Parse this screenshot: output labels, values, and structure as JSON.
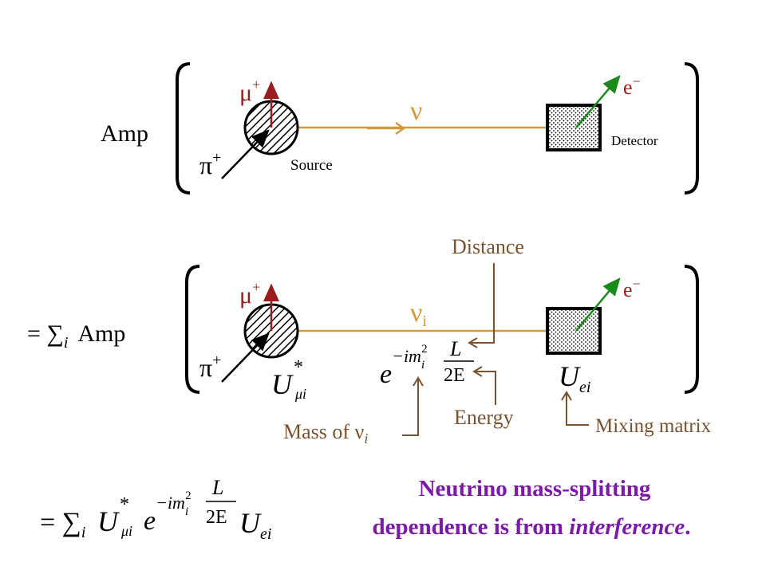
{
  "colors": {
    "neutrino_beam": "#d39a3c",
    "muon_track": "#9a1c1c",
    "pion_track": "#000000",
    "electron_track": "#1a8a1a",
    "annotation": "#7a5230",
    "conclusion": "#7a1aa6"
  },
  "top_panel": {
    "amp_label": "Amp",
    "muon_label": "μ",
    "muon_charge": "+",
    "pion_label": "π",
    "pion_charge": "+",
    "neutrino_label": "ν",
    "electron_label": "e",
    "electron_charge": "−",
    "source_label": "Source",
    "detector_label": "Detector"
  },
  "bottom_panel": {
    "equals_sum": "= ∑",
    "sum_index": "i",
    "amp_label": "Amp",
    "muon_label": "μ",
    "muon_charge": "+",
    "pion_label": "π",
    "pion_charge": "+",
    "neutrino_label": "ν",
    "neutrino_index": "i",
    "electron_label": "e",
    "electron_charge": "−",
    "u_source": "U",
    "u_source_star": "*",
    "u_source_sub": "μi",
    "exp_base": "e",
    "exp_power": "−im",
    "exp_power_sub": "i",
    "exp_power_sup": "2",
    "frac_num": "L",
    "frac_den": "2E",
    "u_det": "U",
    "u_det_sub": "ei"
  },
  "annotations": {
    "distance": "Distance",
    "energy": "Energy",
    "mixing_matrix": "Mixing matrix",
    "mass_of": "Mass of ν",
    "mass_of_sub": "i"
  },
  "formula": {
    "equals_sum": "= ∑",
    "sum_index": "i",
    "u1": "U",
    "u1_star": "*",
    "u1_sub": "μi",
    "exp_base": "e",
    "exp_power": "−im",
    "exp_power_sub": "i",
    "exp_power_sup": "2",
    "frac_num": "L",
    "frac_den": "2E",
    "u2": "U",
    "u2_sub": "ei"
  },
  "conclusion": {
    "line1": "Neutrino mass-splitting",
    "line2_prefix": "dependence is from ",
    "line2_italic": "interference",
    "line2_suffix": "."
  }
}
